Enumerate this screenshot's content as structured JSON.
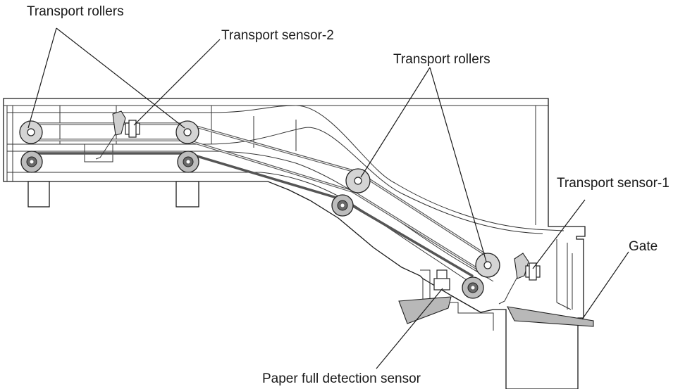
{
  "labels": {
    "transport_rollers_left": "Transport rollers",
    "transport_sensor_2": "Transport sensor-2",
    "transport_rollers_right": "Transport rollers",
    "transport_sensor_1": "Transport sensor-1",
    "gate": "Gate",
    "paper_full_detection_sensor": "Paper full detection sensor"
  }
}
